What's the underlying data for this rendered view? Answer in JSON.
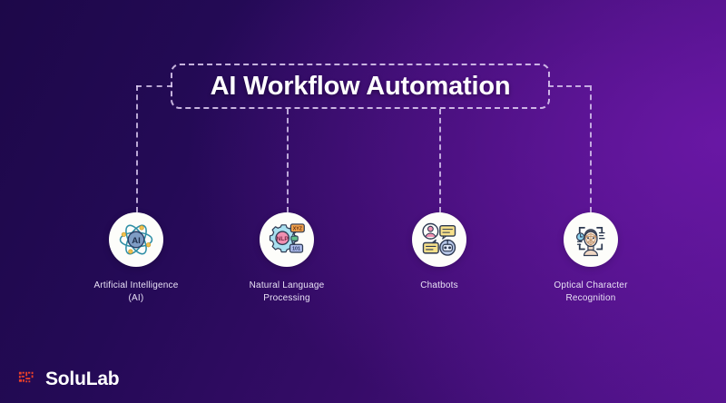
{
  "page": {
    "title": "AI Workflow Automation",
    "background_from": "#1d0849",
    "background_to": "#53138c"
  },
  "header": {
    "title": "AI Workflow Automation"
  },
  "nodes": [
    {
      "id": "artificial-intelligence",
      "label": "Artificial Intelligence\n(AI)",
      "icon": "atom-ai-icon"
    },
    {
      "id": "natural-language-processing",
      "label": "Natural Language\nProcessing",
      "icon": "gear-nlp-icon"
    },
    {
      "id": "chatbots",
      "label": "Chatbots",
      "icon": "chatbot-icon"
    },
    {
      "id": "optical-character-recognition",
      "label": "Optical Character\nRecognition",
      "icon": "face-scan-ocr-icon"
    }
  ],
  "icon_text": {
    "ai": "AI",
    "nlp": "NLP",
    "xyz": "XYZ",
    "binary": "101"
  },
  "branding": {
    "name": "SoluLab",
    "mark": "solulab-logo-icon",
    "mark_color": "#e8402a"
  },
  "colors": {
    "accent_teal": "#2f8fa6",
    "accent_yellow": "#f2c14e",
    "accent_pink": "#ef7fa3",
    "accent_orange": "#f0a04b",
    "node_circle": "#fdfdfa",
    "label": "#e9e2f6",
    "connector": "#decef4"
  }
}
